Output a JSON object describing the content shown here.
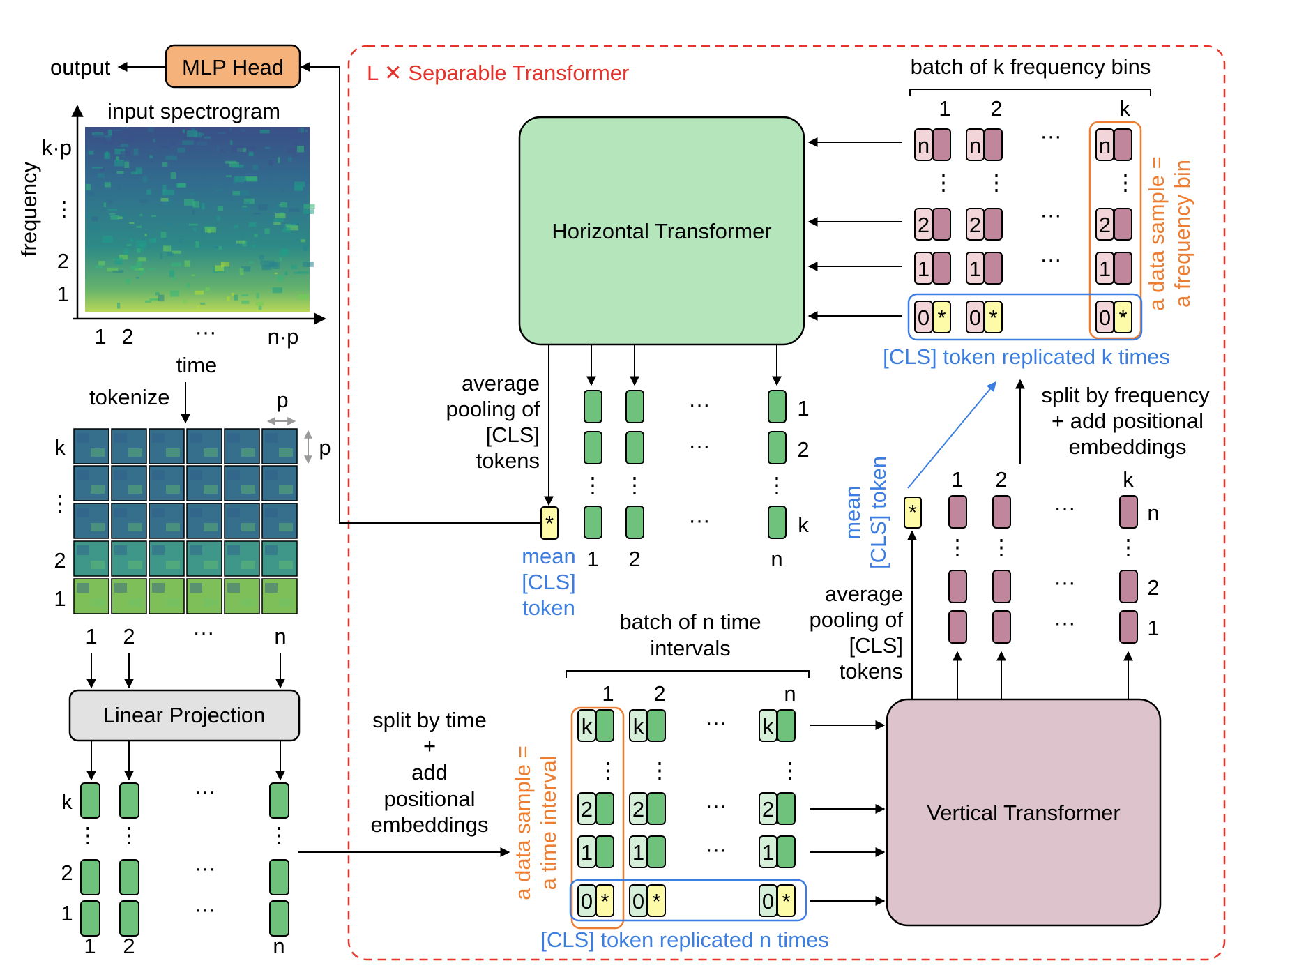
{
  "colors": {
    "border_red": "#e5322b",
    "cls_blue": "#3b7de0",
    "sample_orange": "#ed7d31",
    "mlp_head_fill": "#f5b27a",
    "horizontal_fill": "#b4e5bb",
    "vertical_fill": "#dcc3cc",
    "linear_fill": "#e2e2e2",
    "patch_green": "#6fc27b",
    "freq_mauve": "#c0879c",
    "cls_yellow": "#fdfaa8",
    "time_light_green": "#d6efd9",
    "freq_light_pink": "#f1d5d9"
  },
  "header": {
    "output": "output",
    "mlp_head": "MLP Head",
    "separable": "L ✕ Separable Transformer"
  },
  "spectrogram": {
    "title": "input spectrogram",
    "ylabel": "frequency",
    "xlabel": "time",
    "y_ticks": [
      "k·p",
      "⋮",
      "2",
      "1"
    ],
    "x_ticks": [
      "1",
      "2",
      "···",
      "n·p"
    ]
  },
  "tokenize": {
    "label": "tokenize",
    "p": "p",
    "rows": [
      "k",
      "⋮",
      "2",
      "1"
    ],
    "cols": [
      "1",
      "2",
      "···",
      "n"
    ]
  },
  "linear": {
    "label": "Linear Projection",
    "rows": [
      "k",
      "⋮",
      "2",
      "1"
    ],
    "cols": [
      "1",
      "2",
      "n"
    ],
    "dots": "···",
    "vdots": "⋮"
  },
  "split_time": {
    "line1": "split by time",
    "line2": "+",
    "line3": "add",
    "line4": "positional",
    "line5": "embeddings"
  },
  "time_batch": {
    "title1": "batch of n time",
    "title2": "intervals",
    "cols": [
      "1",
      "2",
      "n"
    ],
    "rows": [
      "k",
      "2",
      "1",
      "0"
    ],
    "star": "*",
    "dots": "···",
    "vdots": "⋮",
    "sample1": "a data sample =",
    "sample2": "a time interval",
    "cls": "[CLS] token replicated n times"
  },
  "vertical": {
    "label": "Vertical Transformer",
    "pool1": "average",
    "pool2": "pooling of",
    "pool3": "[CLS]",
    "pool4": "tokens",
    "mean1": "mean",
    "mean2": "[CLS] token",
    "cols": [
      "1",
      "2",
      "k"
    ],
    "rows": [
      "n",
      "2",
      "1"
    ],
    "star": "*",
    "dots": "···",
    "vdots": "⋮"
  },
  "split_freq": {
    "line1": "split by frequency",
    "line2": "+ add positional",
    "line3": "embeddings"
  },
  "freq_batch": {
    "title": "batch of k frequency bins",
    "cols": [
      "1",
      "2",
      "k"
    ],
    "rows": [
      "n",
      "2",
      "1",
      "0"
    ],
    "star": "*",
    "dots": "···",
    "vdots": "⋮",
    "sample1": "a data sample =",
    "sample2": "a frequency bin",
    "cls": "[CLS] token replicated k times"
  },
  "horizontal": {
    "label": "Horizontal Transformer",
    "pool1": "average",
    "pool2": "pooling of",
    "pool3": "[CLS]",
    "pool4": "tokens",
    "mean1": "mean",
    "mean2": "[CLS]",
    "mean3": "token",
    "cols": [
      "1",
      "2",
      "n"
    ],
    "rows": [
      "1",
      "2",
      "k"
    ],
    "star": "*",
    "dots": "···",
    "vdots": "⋮"
  }
}
